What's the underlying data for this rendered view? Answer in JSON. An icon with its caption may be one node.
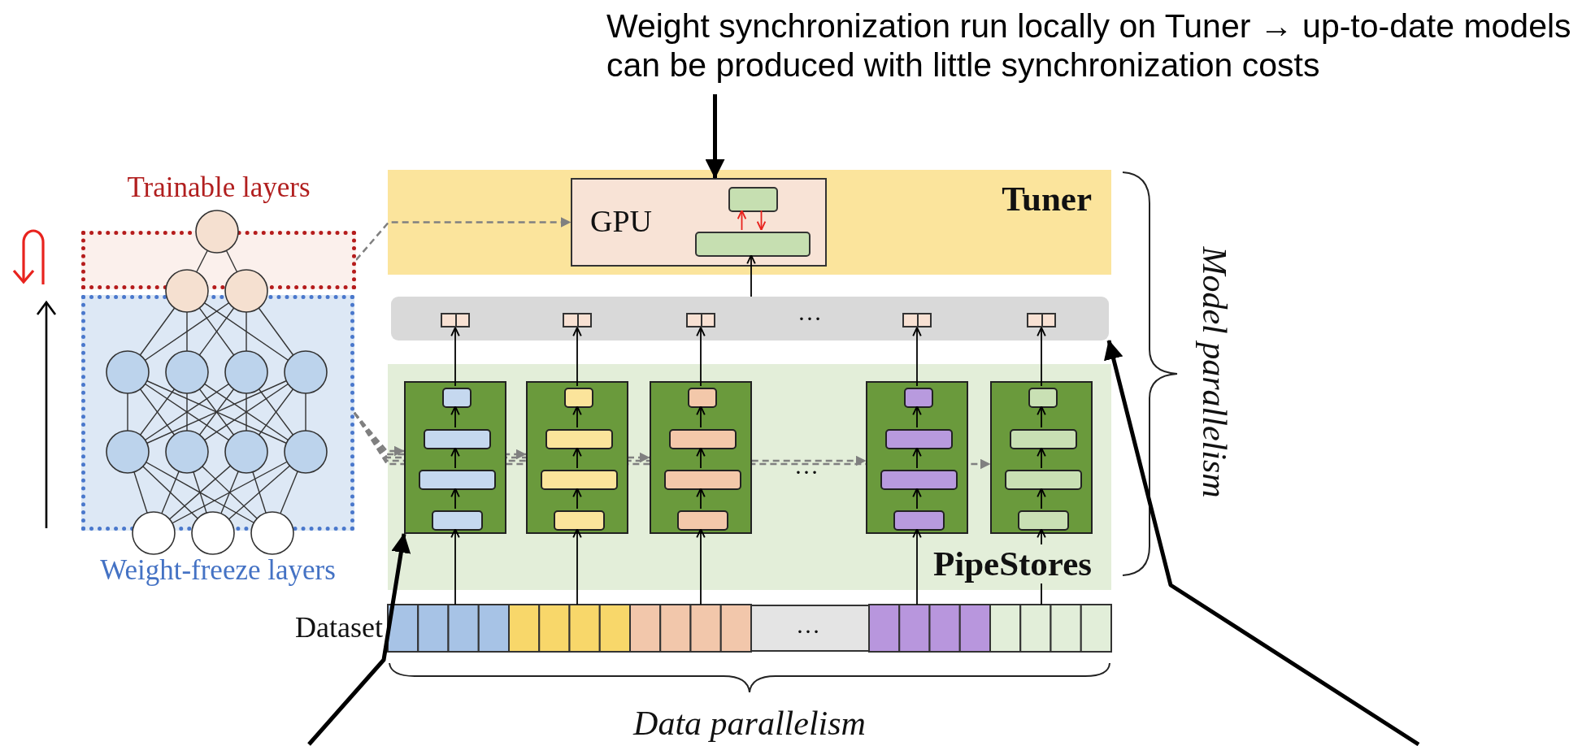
{
  "diagram": {
    "nodes": [
      {
        "text": [
          "Weight synchronization run locally on Tuner → up-to-date models can be produced with little synchronization costs"
        ]
      },
      {
        "text": [
          "Tuner"
        ]
      },
      {
        "text": [
          "GPU"
        ],
        "in": 1
      },
      {
        "text": [],
        "shape": "box",
        "in": 2
      },
      {
        "text": [],
        "shape": "box",
        "in": 2
      },
      {
        "text": [
          "Trainable layers"
        ]
      },
      {
        "text": [
          "Weight-freeze layers"
        ]
      },
      {
        "text": [
          "…"
        ]
      },
      {
        "text": [],
        "shape": "box",
        "in": 7
      },
      {
        "text": [],
        "shape": "box",
        "in": 7
      },
      {
        "text": [],
        "shape": "box",
        "in": 7
      },
      {
        "text": [],
        "shape": "box",
        "in": 7
      },
      {
        "text": [],
        "shape": "box",
        "in": 7
      },
      {
        "text": [
          "…",
          "PipeStores"
        ]
      },
      {
        "text": [],
        "shape": "box",
        "in": 13
      },
      {
        "text": [],
        "shape": "box",
        "in": 14
      },
      {
        "text": [],
        "shape": "box",
        "in": 14
      },
      {
        "text": [],
        "shape": "box",
        "in": 14
      },
      {
        "text": [],
        "shape": "box",
        "in": 14
      },
      {
        "text": [],
        "shape": "box",
        "in": 13
      },
      {
        "text": [],
        "shape": "box",
        "in": 19
      },
      {
        "text": [],
        "shape": "box",
        "in": 19
      },
      {
        "text": [],
        "shape": "box",
        "in": 19
      },
      {
        "text": [],
        "shape": "box",
        "in": 19
      },
      {
        "text": [],
        "shape": "box",
        "in": 13
      },
      {
        "text": [],
        "shape": "box",
        "in": 24
      },
      {
        "text": [],
        "shape": "box",
        "in": 24
      },
      {
        "text": [],
        "shape": "box",
        "in": 24
      },
      {
        "text": [],
        "shape": "box",
        "in": 24
      },
      {
        "text": [],
        "shape": "box",
        "in": 13
      },
      {
        "text": [],
        "shape": "box",
        "in": 29
      },
      {
        "text": [],
        "shape": "box",
        "in": 29
      },
      {
        "text": [],
        "shape": "box",
        "in": 29
      },
      {
        "text": [],
        "shape": "box",
        "in": 29
      },
      {
        "text": [],
        "shape": "box",
        "in": 13
      },
      {
        "text": [],
        "shape": "box",
        "in": 34
      },
      {
        "text": [],
        "shape": "box",
        "in": 34
      },
      {
        "text": [],
        "shape": "box",
        "in": 34
      },
      {
        "text": [],
        "shape": "box",
        "in": 34
      },
      {
        "text": [
          "…"
        ],
        "beside": [
          "Dataset"
        ]
      }
    ],
    "edges": [
      {
        "from": 0,
        "to": 2,
        "arrow": "to",
        "style": "thick"
      },
      {
        "from": null,
        "to": 14,
        "arrow": "to",
        "style": "thick"
      },
      {
        "from": null,
        "to": 7,
        "arrow": "to",
        "style": "thick"
      },
      {
        "from": 5,
        "to": 2,
        "arrow": "to",
        "style": "dashed",
        "color": "#808080"
      },
      {
        "from": 6,
        "to": 14,
        "arrow": "to",
        "style": "dashed",
        "color": "#808080"
      },
      {
        "from": 6,
        "to": 19,
        "arrow": "to",
        "style": "dashed",
        "color": "#808080"
      },
      {
        "from": 6,
        "to": 24,
        "arrow": "to",
        "style": "dashed",
        "color": "#808080"
      },
      {
        "from": 6,
        "to": 29,
        "arrow": "to",
        "style": "dashed",
        "color": "#808080"
      },
      {
        "from": 6,
        "to": 34,
        "arrow": "to",
        "style": "dashed",
        "color": "#808080"
      },
      {
        "from": 39,
        "to": 18,
        "arrow": "to"
      },
      {
        "from": 39,
        "to": 23,
        "arrow": "to"
      },
      {
        "from": 39,
        "to": 28,
        "arrow": "to"
      },
      {
        "from": 39,
        "to": 33,
        "arrow": "to"
      },
      {
        "from": 39,
        "to": 38,
        "arrow": "to"
      },
      {
        "from": 18,
        "to": 17,
        "arrow": "to"
      },
      {
        "from": 17,
        "to": 16,
        "arrow": "to"
      },
      {
        "from": 16,
        "to": 15,
        "arrow": "to"
      },
      {
        "from": 23,
        "to": 22,
        "arrow": "to"
      },
      {
        "from": 22,
        "to": 21,
        "arrow": "to"
      },
      {
        "from": 21,
        "to": 20,
        "arrow": "to"
      },
      {
        "from": 28,
        "to": 27,
        "arrow": "to"
      },
      {
        "from": 27,
        "to": 26,
        "arrow": "to"
      },
      {
        "from": 26,
        "to": 25,
        "arrow": "to"
      },
      {
        "from": 33,
        "to": 32,
        "arrow": "to"
      },
      {
        "from": 32,
        "to": 31,
        "arrow": "to"
      },
      {
        "from": 31,
        "to": 30,
        "arrow": "to"
      },
      {
        "from": 38,
        "to": 37,
        "arrow": "to"
      },
      {
        "from": 37,
        "to": 36,
        "arrow": "to"
      },
      {
        "from": 36,
        "to": 35,
        "arrow": "to"
      },
      {
        "from": 15,
        "to": 8,
        "arrow": "to"
      },
      {
        "from": 20,
        "to": 9,
        "arrow": "to"
      },
      {
        "from": 25,
        "to": 10,
        "arrow": "to"
      },
      {
        "from": 30,
        "to": 11,
        "arrow": "to"
      },
      {
        "from": 35,
        "to": 12,
        "arrow": "to"
      },
      {
        "from": 7,
        "to": 4,
        "arrow": "to"
      },
      {
        "from": 4,
        "to": 3,
        "arrow": "to",
        "color": "#e8231e"
      },
      {
        "from": 3,
        "to": 4,
        "arrow": "to",
        "color": "#e8231e"
      }
    ],
    "labels": [
      "Model parallelism",
      "Data parallelism"
    ]
  }
}
